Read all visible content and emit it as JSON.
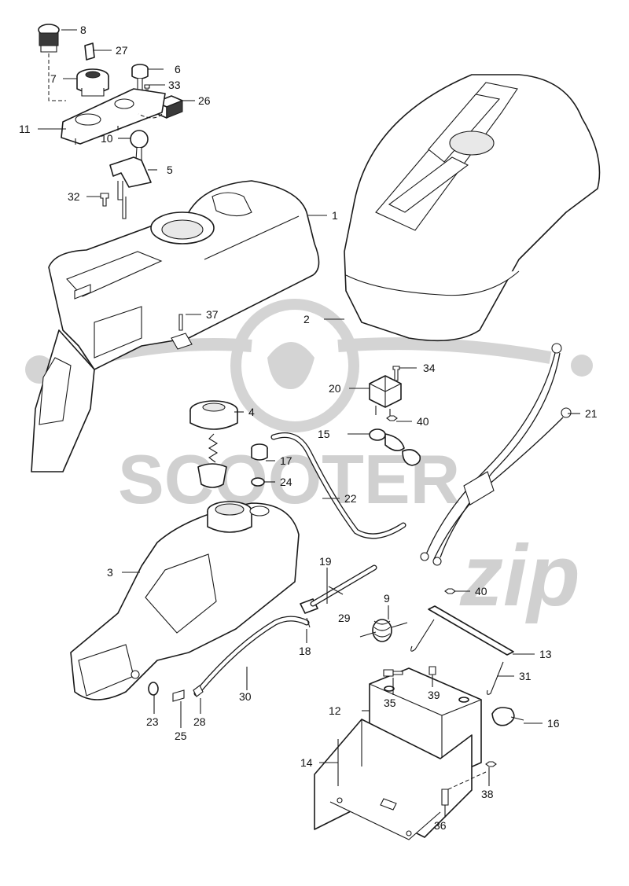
{
  "watermark": {
    "brand": "SCOOTER",
    "script": "zip"
  },
  "callouts": {
    "p1": "1",
    "p2": "2",
    "p3": "3",
    "p4": "4",
    "p5": "5",
    "p6": "6",
    "p7": "7",
    "p8": "8",
    "p9": "9",
    "p10": "10",
    "p11": "11",
    "p12": "12",
    "p13": "13",
    "p14": "14",
    "p15": "15",
    "p16": "16",
    "p17": "17",
    "p18": "18",
    "p19": "19",
    "p20": "20",
    "p21": "21",
    "p22": "22",
    "p23": "23",
    "p24": "24",
    "p25": "25",
    "p26": "26",
    "p27": "27",
    "p28": "28",
    "p29": "29",
    "p30": "30",
    "p31": "31",
    "p32": "32",
    "p33": "33",
    "p34": "34",
    "p35": "35",
    "p36": "36",
    "p37": "37",
    "p38": "38",
    "p39": "39",
    "p40a": "40",
    "p40b": "40"
  }
}
